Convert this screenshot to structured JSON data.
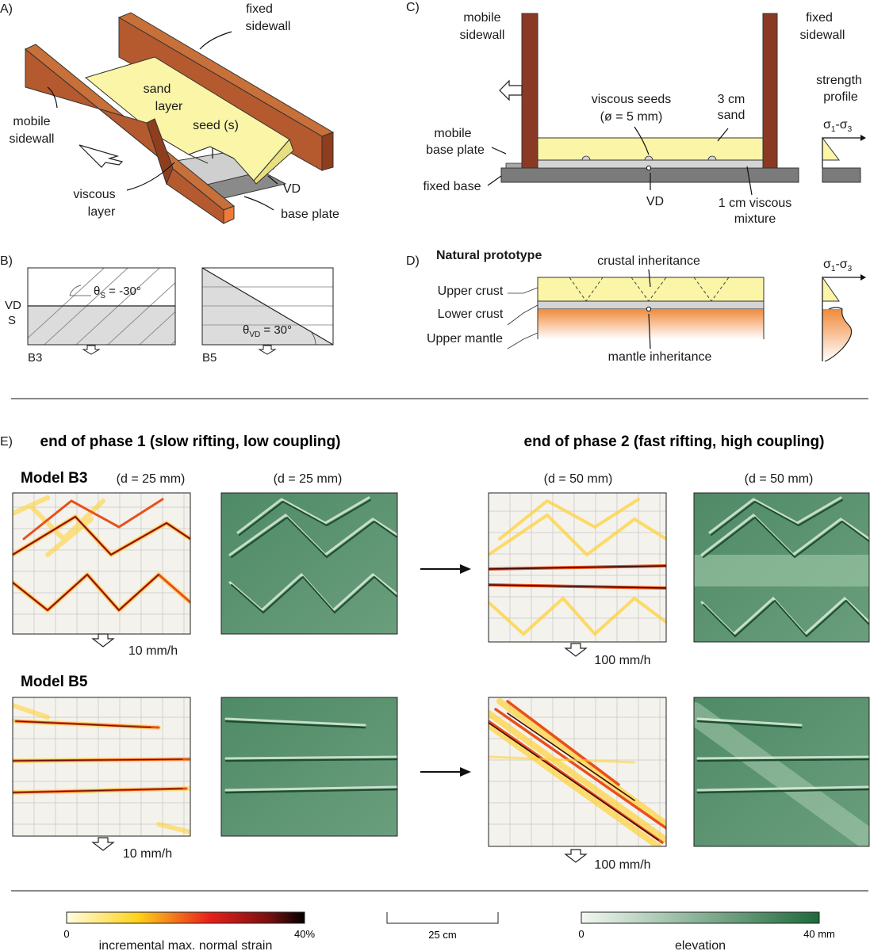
{
  "panels": {
    "a": "A)",
    "b": "B)",
    "c": "C)",
    "d": "D)",
    "e": "E)"
  },
  "panel_a": {
    "fixed_sidewall_1": "fixed",
    "fixed_sidewall_2": "sidewall",
    "sand_1": "sand",
    "sand_2": "layer",
    "seed": "seed (s)",
    "mobile_sidewall_1": "mobile",
    "mobile_sidewall_2": "sidewall",
    "viscous_1": "viscous",
    "viscous_2": "layer",
    "vd": "VD",
    "base_plate": "base plate"
  },
  "panel_b": {
    "theta_s": "θ",
    "theta_s_sub": "S",
    "theta_s_val": " = -30°",
    "vd": "VD",
    "s": "S",
    "theta_vd": "θ",
    "theta_vd_sub": "VD",
    "theta_vd_val": " = 30°",
    "b3": "B3",
    "b5": "B5"
  },
  "panel_c": {
    "mobile_sidewall_1": "mobile",
    "mobile_sidewall_2": "sidewall",
    "fixed_sidewall_1": "fixed",
    "fixed_sidewall_2": "sidewall",
    "seeds_1": "viscous seeds",
    "seeds_2": "(ø = 5 mm)",
    "sand_1": "3 cm",
    "sand_2": "sand",
    "strength_1": "strength",
    "strength_2": "profile",
    "sigma": "σ",
    "sigma_1": "1",
    "sigma_dash": "-σ",
    "sigma_3": "3",
    "mobile_base_1": "mobile",
    "mobile_base_2": "base plate",
    "fixed_base": "fixed base",
    "vd": "VD",
    "viscous_1": "1 cm viscous",
    "viscous_2": "mixture"
  },
  "panel_d": {
    "title": "Natural prototype",
    "crustal": "crustal inheritance",
    "upper_crust": "Upper crust",
    "lower_crust": "Lower crust",
    "upper_mantle": "Upper mantle",
    "mantle": "mantle inheritance"
  },
  "panel_e": {
    "phase1": "end of phase 1 (slow rifting, low coupling)",
    "phase2": "end of phase 2 (fast rifting, high coupling)",
    "model_b3": "Model B3",
    "model_b5": "Model B5",
    "d25a": "(d = 25 mm)",
    "d25b": "(d = 25 mm)",
    "d50a": "(d = 50 mm)",
    "d50b": "(d = 50 mm)",
    "rate_b3_1": "10 mm/h",
    "rate_b3_2": "100 mm/h",
    "rate_b5_1": "10 mm/h",
    "rate_b5_2": "100 mm/h"
  },
  "legend": {
    "strain_min": "0",
    "strain_max": "40%",
    "strain_title": "incremental max. normal strain",
    "scale": "25 cm",
    "elev_min": "0",
    "elev_max": "40 mm",
    "elev_title": "elevation"
  },
  "colors": {
    "sidewall": "#b5592e",
    "sand": "#fbf5a8",
    "base_gray": "#7a7a7a",
    "viscous": "#c9c9c9",
    "mantle": "#f08a3a",
    "dem_green": "#5e9272",
    "strain_dark": "#6e1010"
  }
}
